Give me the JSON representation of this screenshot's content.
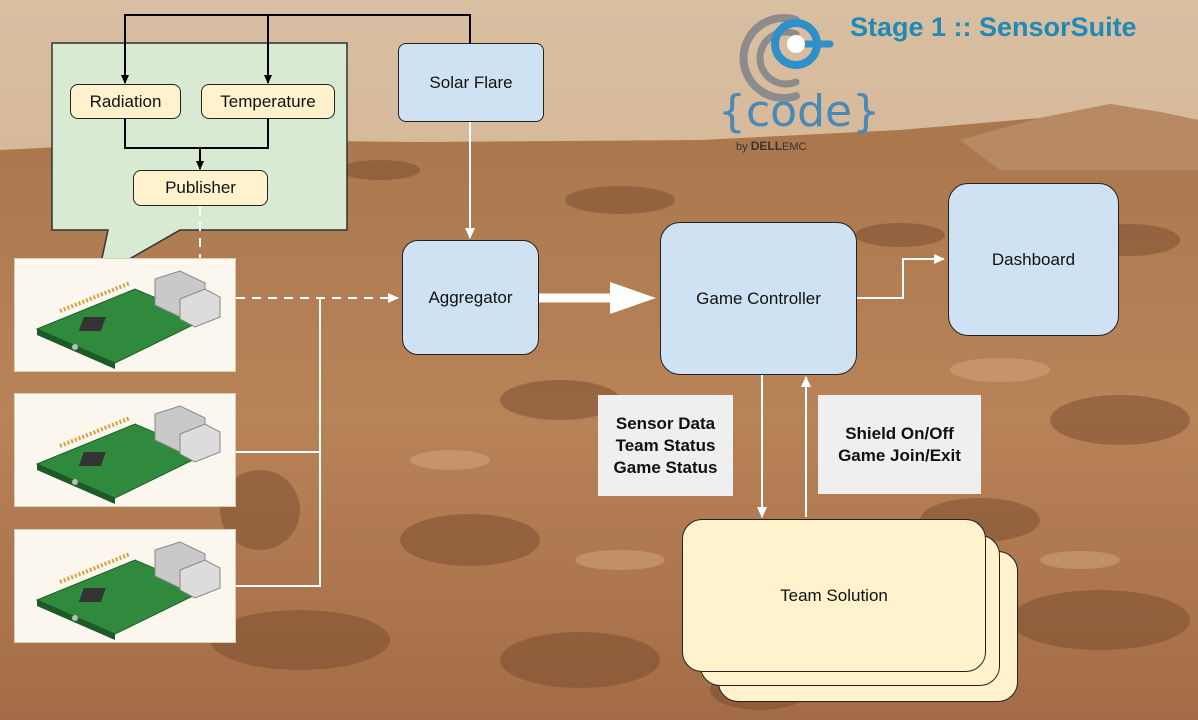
{
  "title": "Stage 1 :: SensorSuite",
  "logo": {
    "word": "{code}",
    "by": "by",
    "brand_bold": "DELL",
    "brand_light": "EMC"
  },
  "nodes": {
    "radiation": "Radiation",
    "temperature": "Temperature",
    "publisher": "Publisher",
    "solar_flare": "Solar Flare",
    "aggregator": "Aggregator",
    "game_controller": "Game Controller",
    "dashboard": "Dashboard",
    "team_solution": "Team Solution"
  },
  "labels": {
    "to_team": [
      "Sensor Data",
      "Team Status",
      "Game Status"
    ],
    "from_team": [
      "Shield On/Off",
      "Game Join/Exit"
    ]
  },
  "colors": {
    "blue_box": "#cfe2f3",
    "yellow_box": "#fff2cc",
    "callout": "#d9ead3",
    "title": "#2089b4",
    "background": "#c99a6e"
  }
}
